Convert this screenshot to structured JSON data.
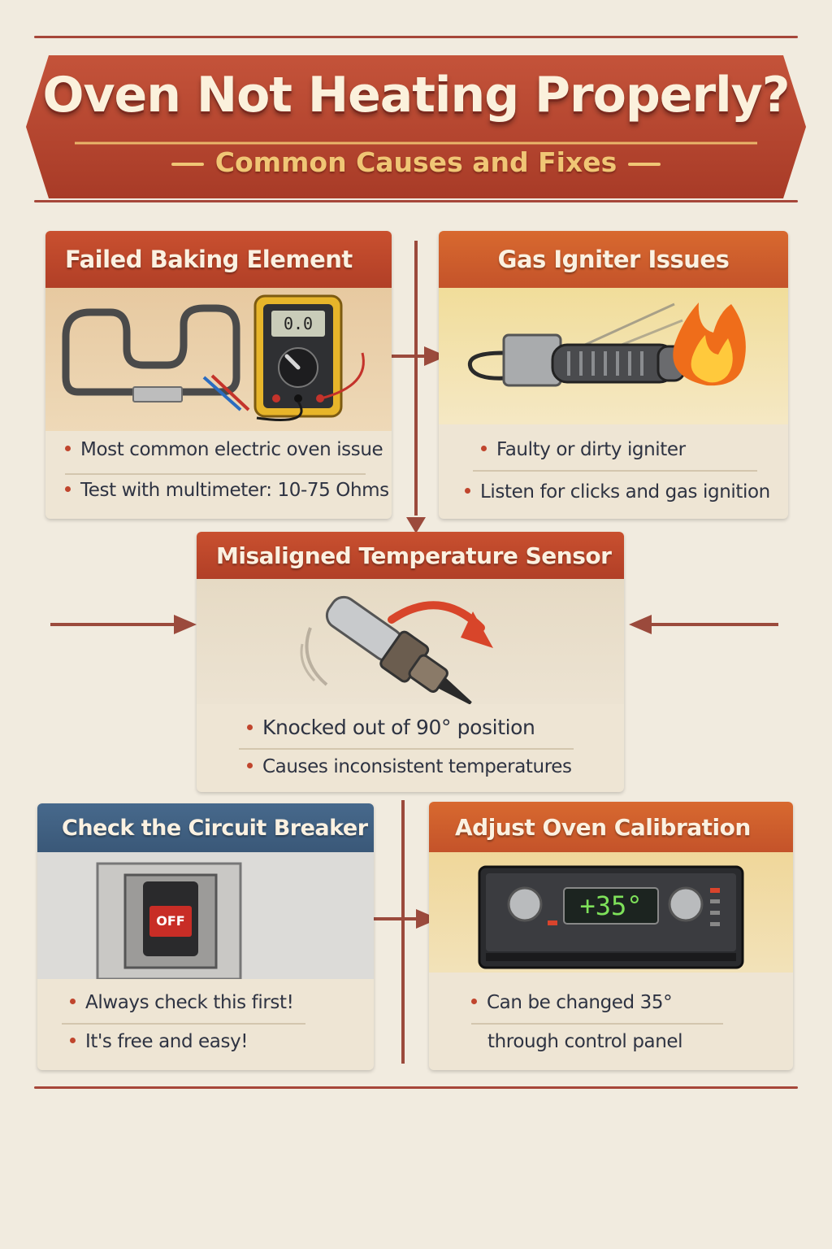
{
  "header": {
    "title": "Oven Not Heating Properly?",
    "subtitle": "Common Causes and Fixes"
  },
  "cards": {
    "baking_element": {
      "title": "Failed Baking Element",
      "meter_reading": "0.0",
      "bullets": [
        "Most common electric oven issue",
        "Test with multimeter: 10-75 Ohms"
      ]
    },
    "gas_igniter": {
      "title": "Gas Igniter Issues",
      "bullets": [
        "Faulty or dirty igniter",
        "Listen for clicks and gas ignition"
      ]
    },
    "temp_sensor": {
      "title": "Misaligned Temperature Sensor",
      "bullets": [
        "Knocked out of 90° position",
        "Causes inconsistent temperatures"
      ]
    },
    "circuit_breaker": {
      "title": "Check the Circuit Breaker",
      "switch_label": "OFF",
      "bullets": [
        "Always check this first!",
        "It's free and easy!"
      ]
    },
    "calibration": {
      "title": "Adjust Oven Calibration",
      "display_value": "+35°",
      "bullets": [
        "Can be changed 35°",
        "through control panel"
      ]
    }
  },
  "colors": {
    "background": "#f1ebdf",
    "banner_red": "#b8452f",
    "accent_orange": "#d8692f",
    "accent_blue": "#3a5878",
    "text_dark": "#2e3342",
    "subtitle_gold": "#f0c675"
  }
}
